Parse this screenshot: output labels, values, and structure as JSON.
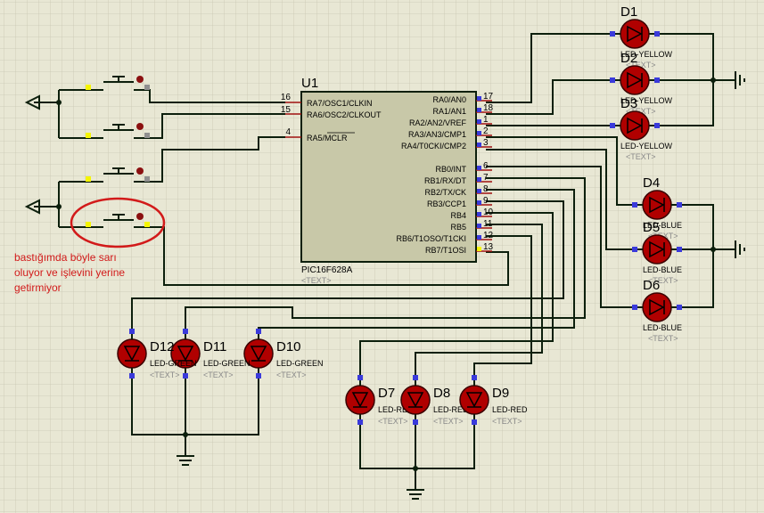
{
  "mcu": {
    "designator": "U1",
    "part": "PIC16F628A",
    "text": "<TEXT>",
    "left_pins": [
      {
        "num": "16",
        "name": "RA7/OSC1/CLKIN"
      },
      {
        "num": "15",
        "name": "RA6/OSC2/CLKOUT"
      },
      {
        "num": "4",
        "name": "RA5/MCLR"
      }
    ],
    "right_pins": [
      {
        "num": "17",
        "name": "RA0/AN0"
      },
      {
        "num": "18",
        "name": "RA1/AN1"
      },
      {
        "num": "1",
        "name": "RA2/AN2/VREF"
      },
      {
        "num": "2",
        "name": "RA3/AN3/CMP1"
      },
      {
        "num": "3",
        "name": "RA4/T0CKI/CMP2"
      },
      {
        "num": "6",
        "name": "RB0/INT"
      },
      {
        "num": "7",
        "name": "RB1/RX/DT"
      },
      {
        "num": "8",
        "name": "RB2/TX/CK"
      },
      {
        "num": "9",
        "name": "RB3/CCP1"
      },
      {
        "num": "10",
        "name": "RB4"
      },
      {
        "num": "11",
        "name": "RB5"
      },
      {
        "num": "12",
        "name": "RB6/T1OSO/T1CKI"
      },
      {
        "num": "13",
        "name": "RB7/T1OSI"
      }
    ]
  },
  "leds": [
    {
      "ref": "D1",
      "part": "LED-YELLOW",
      "text": "<TEXT>"
    },
    {
      "ref": "D2",
      "part": "LED-YELLOW",
      "text": "<TEXT>"
    },
    {
      "ref": "D3",
      "part": "LED-YELLOW",
      "text": "<TEXT>"
    },
    {
      "ref": "D4",
      "part": "LED-BLUE",
      "text": "<TEXT>"
    },
    {
      "ref": "D5",
      "part": "LED-BLUE",
      "text": "<TEXT>"
    },
    {
      "ref": "D6",
      "part": "LED-BLUE",
      "text": "<TEXT>"
    },
    {
      "ref": "D7",
      "part": "LED-RED",
      "text": "<TEXT>"
    },
    {
      "ref": "D8",
      "part": "LED-RED",
      "text": "<TEXT>"
    },
    {
      "ref": "D9",
      "part": "LED-RED",
      "text": "<TEXT>"
    },
    {
      "ref": "D10",
      "part": "LED-GREEN",
      "text": "<TEXT>"
    },
    {
      "ref": "D11",
      "part": "LED-GREEN",
      "text": "<TEXT>"
    },
    {
      "ref": "D12",
      "part": "LED-GREEN",
      "text": "<TEXT>"
    }
  ],
  "annotation": {
    "lines": [
      "bastığımda böyle sarı",
      "oluyor ve işlevini yerine",
      "getirmiyor"
    ],
    "color": "#d21a1a"
  },
  "colors": {
    "background": "#e8e7d4",
    "grid": "#c9c8b3",
    "wire": "#0c1f0c",
    "led_body": "#b00000",
    "chip_body": "#c8c8a8",
    "pin_marker": "#3a3adb",
    "pressed_pin": "#f5f500"
  }
}
